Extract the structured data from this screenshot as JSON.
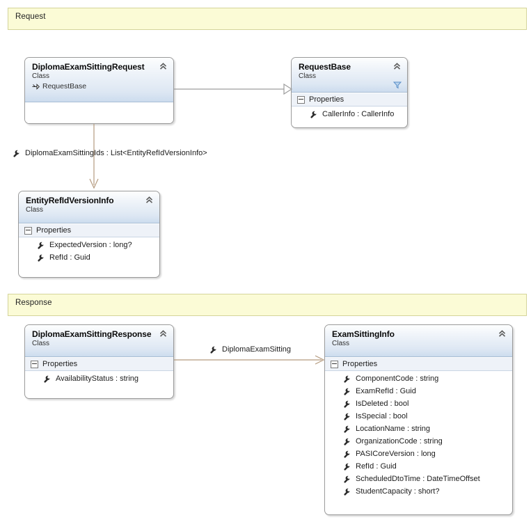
{
  "diagram": {
    "type": "uml-class-diagram",
    "banners": [
      {
        "label": "Request"
      },
      {
        "label": "Response"
      }
    ],
    "classes": [
      {
        "name": "DiplomaExamSittingRequest",
        "stereotype": "Class",
        "base": "RequestBase",
        "has_empty_compartment": true,
        "sections": []
      },
      {
        "name": "RequestBase",
        "stereotype": "Class",
        "has_filter_icon": true,
        "sections": [
          {
            "title": "Properties",
            "members": [
              "CallerInfo : CallerInfo"
            ]
          }
        ]
      },
      {
        "name": "EntityRefIdVersionInfo",
        "stereotype": "Class",
        "sections": [
          {
            "title": "Properties",
            "members": [
              "ExpectedVersion : long?",
              "RefId : Guid"
            ]
          }
        ]
      },
      {
        "name": "DiplomaExamSittingResponse",
        "stereotype": "Class",
        "sections": [
          {
            "title": "Properties",
            "members": [
              "AvailabilityStatus : string"
            ]
          }
        ]
      },
      {
        "name": "ExamSittingInfo",
        "stereotype": "Class",
        "sections": [
          {
            "title": "Properties",
            "members": [
              "ComponentCode : string",
              "ExamRefId : Guid",
              "IsDeleted : bool",
              "IsSpecial : bool",
              "LocationName : string",
              "OrganizationCode : string",
              "PASICoreVersion : long",
              "RefId : Guid",
              "ScheduledDtoTime : DateTimeOffset",
              "StudentCapacity : short?"
            ]
          }
        ]
      }
    ],
    "connector_labels": [
      {
        "text": "DiplomaExamSittingIds : List<EntityRefIdVersionInfo>"
      },
      {
        "text": "DiplomaExamSitting"
      }
    ],
    "colors": {
      "banner_fill": "#fbfbd6",
      "banner_border": "#d4d49a",
      "class_border": "#9a9a9a",
      "header_gradient_end": "#ccdcee",
      "section_fill": "#eef2f8",
      "inheritance_line": "#9d9d9d",
      "association_line": "#b49a7e",
      "filter_icon": "#5b8fc9"
    },
    "icons": {
      "collapse": "chevron-double-up-icon",
      "member": "wrench-icon",
      "expander": "minus-box-icon",
      "base_class": "arrow-inherit-icon",
      "filter": "funnel-icon"
    }
  }
}
